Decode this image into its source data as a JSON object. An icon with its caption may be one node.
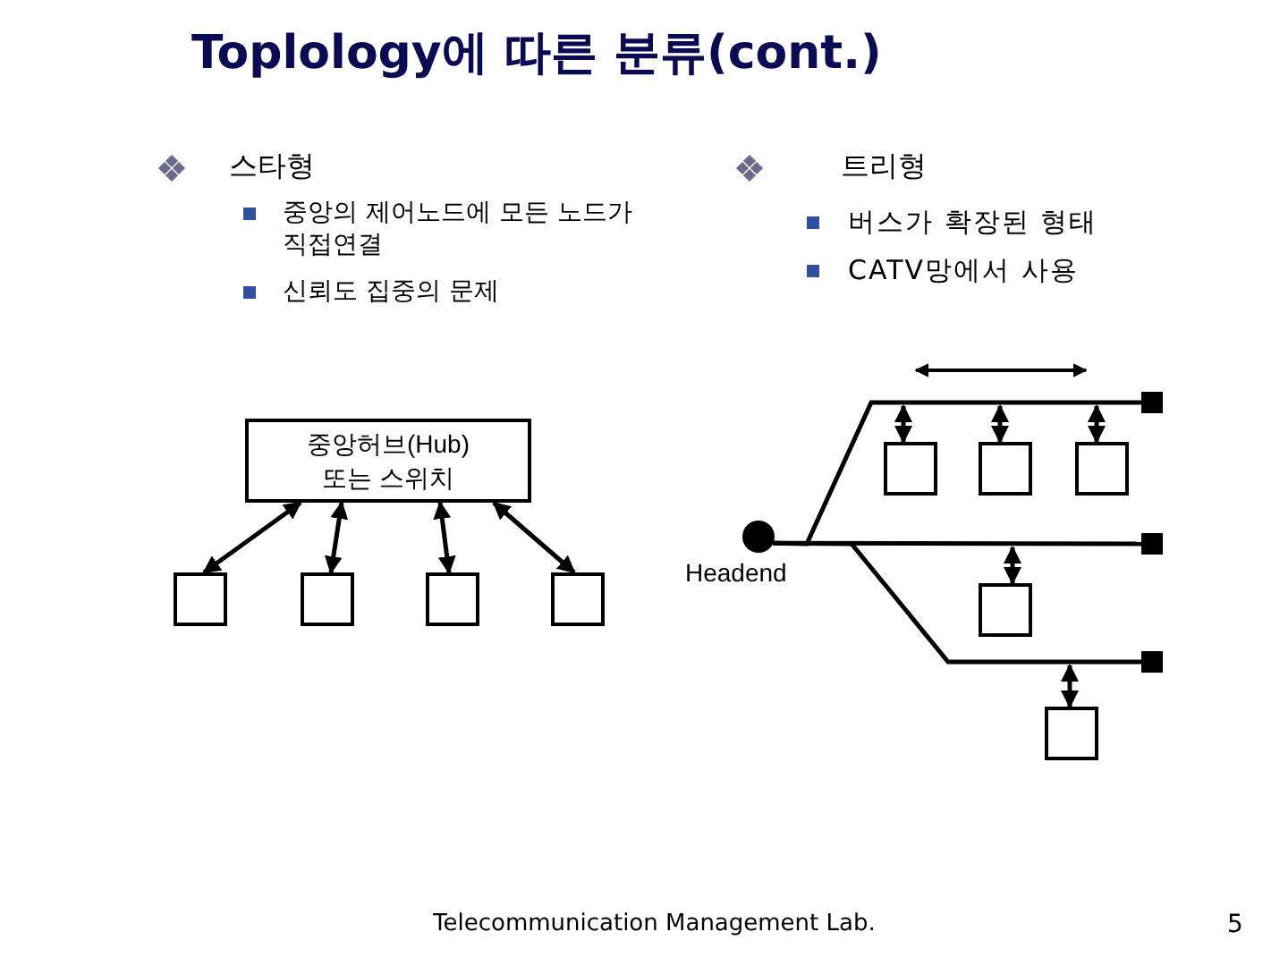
{
  "diagram": {
    "title": "Toplology에 따른 분류(cont.)",
    "nodes": [
      {
        "text": [
          "중앙허브(Hub) 또는 스위치"
        ]
      },
      {
        "text": [],
        "shape": "box"
      },
      {
        "text": [],
        "shape": "box"
      },
      {
        "text": [],
        "shape": "box"
      },
      {
        "text": [],
        "shape": "box"
      },
      {
        "text": [],
        "shape": "circle",
        "beside": [
          "Headend"
        ]
      },
      {
        "text": [],
        "shape": "box"
      },
      {
        "text": [],
        "shape": "box"
      },
      {
        "text": [],
        "shape": "box"
      },
      {
        "text": [],
        "shape": "box"
      },
      {
        "text": [],
        "shape": "box"
      },
      {
        "text": [],
        "shape": "box"
      },
      {
        "text": [],
        "shape": "box"
      },
      {
        "text": [],
        "shape": "box"
      }
    ],
    "edges": [
      {
        "from": 0,
        "to": 1,
        "arrow": "both"
      },
      {
        "from": 0,
        "to": 2,
        "arrow": "both"
      },
      {
        "from": 0,
        "to": 3,
        "arrow": "both"
      },
      {
        "from": 0,
        "to": 4,
        "arrow": "both"
      },
      {
        "from": 5,
        "to": 6,
        "arrow": "none"
      },
      {
        "from": 5,
        "to": 7,
        "arrow": "none"
      },
      {
        "from": 5,
        "to": 8,
        "arrow": "none"
      },
      {
        "from": null,
        "to": 9,
        "arrow": "both"
      },
      {
        "from": null,
        "to": 10,
        "arrow": "both"
      },
      {
        "from": null,
        "to": 11,
        "arrow": "both"
      },
      {
        "from": null,
        "to": 12,
        "arrow": "both"
      },
      {
        "from": null,
        "to": 13,
        "arrow": "both"
      }
    ],
    "labels": [
      "스타형",
      "중앙의 제어노드에 모든 노드가 직접연결",
      "신뢰도 집중의 문제",
      "트리형",
      "버스가 확장된 형태",
      "CATV망에서 사용",
      "Telecommunication Management Lab.",
      "5"
    ]
  }
}
